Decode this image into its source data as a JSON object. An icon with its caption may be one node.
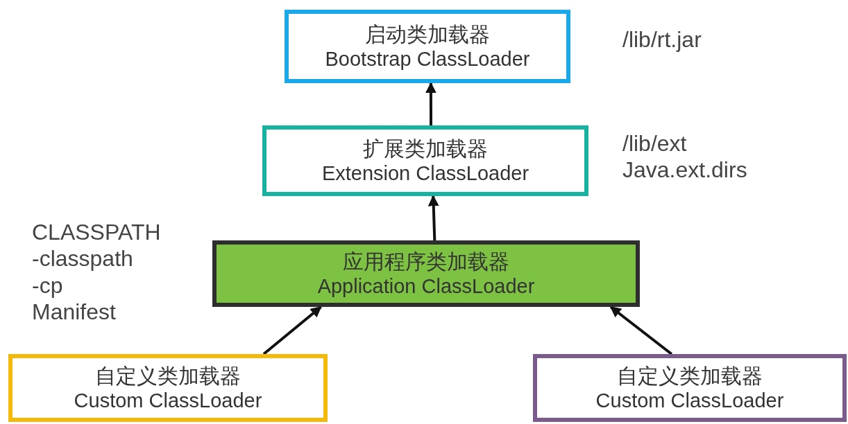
{
  "diagram": {
    "nodes": [
      {
        "text": [
          "启动类加载器",
          "Bootstrap ClassLoader"
        ],
        "beside": [
          "/lib/rt.jar"
        ]
      },
      {
        "text": [
          "扩展类加载器",
          "Extension ClassLoader"
        ],
        "beside": [
          "/lib/ext",
          "Java.ext.dirs"
        ]
      },
      {
        "text": [
          "应用程序类加载器",
          "Application ClassLoader"
        ],
        "beside": [
          "CLASSPATH",
          "-classpath",
          "-cp",
          "Manifest"
        ]
      },
      {
        "text": [
          "自定义类加载器",
          "Custom ClassLoader"
        ]
      },
      {
        "text": [
          "自定义类加载器",
          "Custom ClassLoader"
        ]
      }
    ],
    "edges": [
      {
        "from": 1,
        "to": 0,
        "arrow": "to"
      },
      {
        "from": 2,
        "to": 1,
        "arrow": "to"
      },
      {
        "from": 3,
        "to": 2,
        "arrow": "to"
      },
      {
        "from": 4,
        "to": 2,
        "arrow": "to"
      }
    ]
  }
}
